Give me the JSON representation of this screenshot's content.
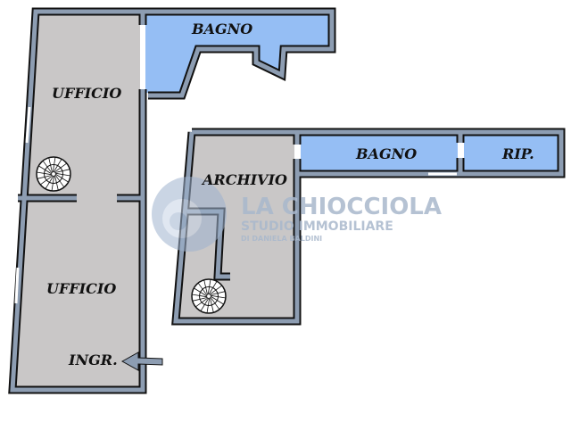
{
  "rooms": {
    "bagno_top": "BAGNO",
    "ufficio_top": "UFFICIO",
    "ufficio_bottom": "UFFICIO",
    "ingresso": "INGR.",
    "archivio": "ARCHIVIO",
    "bagno_right": "BAGNO",
    "ripostiglio": "RIP."
  },
  "watermark": {
    "brand": "LA CHIOCCIOLA",
    "subtitle": "STUDIO IMMOBILIARE",
    "owner": "DI DANIELA BALDINI"
  },
  "colors": {
    "wall": "#8d9db2",
    "floor": "#c9c7c7",
    "bathroom": "#95bef4",
    "outline": "#111111"
  },
  "icons": [
    "spiral-staircase-icon",
    "entrance-arrow-icon"
  ]
}
